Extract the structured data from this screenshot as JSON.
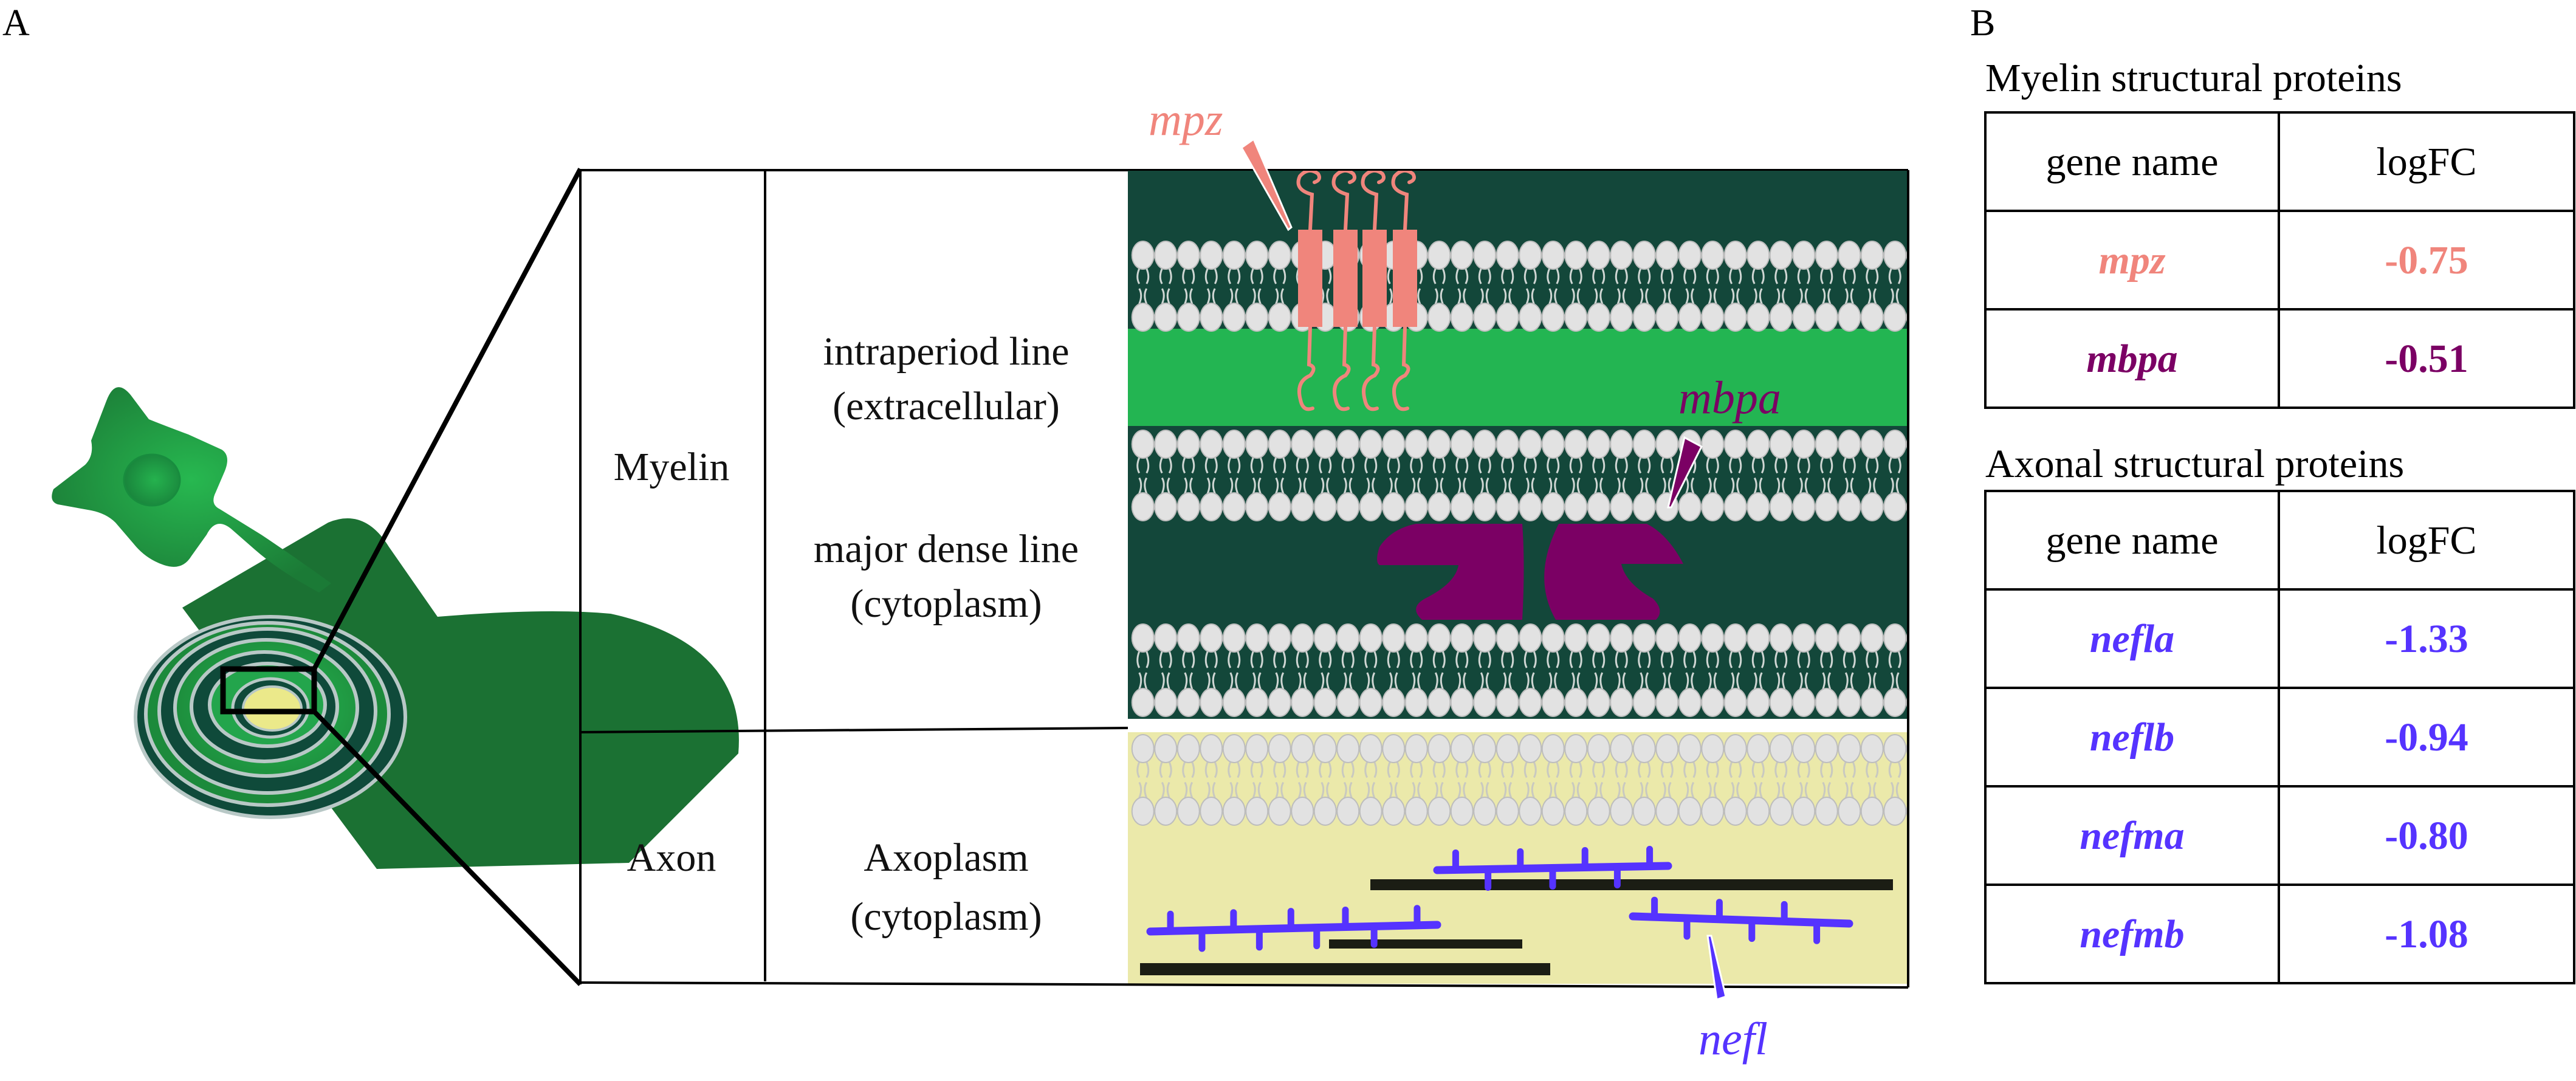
{
  "panels": {
    "a": {
      "letter": "A"
    },
    "b": {
      "letter": "B"
    }
  },
  "colors": {
    "myelin_dark": "#13473a",
    "myelin_light": "#23b552",
    "axoplasm": "#ebe9aa",
    "lipid_head": "#e2e2e2",
    "lipid_head_edge": "#bdbdbd",
    "mpz": "#f0857c",
    "mbpa": "#7b0064",
    "nefl": "#5533ff",
    "microtubule": "#1b1d14",
    "neuron_green": "#1f9e46",
    "neuron_dark": "#1b7133"
  },
  "panel_a": {
    "compartments": [
      {
        "name": "Myelin",
        "regions": [
          {
            "line1": "intraperiod line",
            "line2": "(extracellular)"
          },
          {
            "line1": "major dense line",
            "line2": "(cytoplasm)"
          }
        ]
      },
      {
        "name": "Axon",
        "regions": [
          {
            "line1": "Axoplasm",
            "line2": "(cytoplasm)"
          }
        ]
      }
    ],
    "callouts": {
      "mpz": "mpz",
      "mbpa": "mbpa",
      "nefl": "nefl"
    }
  },
  "panel_b": {
    "tables": [
      {
        "title": "Myelin structural proteins",
        "headers": [
          "gene name",
          "logFC"
        ],
        "rows": [
          {
            "gene": "mpz",
            "logFC": "-0.75",
            "color": "#f0857c"
          },
          {
            "gene": "mbpa",
            "logFC": "-0.51",
            "color": "#7b0064"
          }
        ]
      },
      {
        "title": "Axonal structural proteins",
        "headers": [
          "gene name",
          "logFC"
        ],
        "rows": [
          {
            "gene": "nefla",
            "logFC": "-1.33",
            "color": "#5533ff"
          },
          {
            "gene": "neflb",
            "logFC": "-0.94",
            "color": "#5533ff"
          },
          {
            "gene": "nefma",
            "logFC": "-0.80",
            "color": "#5533ff"
          },
          {
            "gene": "nefmb",
            "logFC": "-1.08",
            "color": "#5533ff"
          }
        ]
      }
    ]
  }
}
